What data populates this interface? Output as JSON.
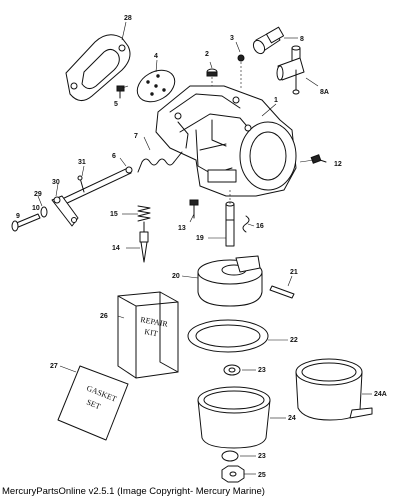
{
  "callouts": {
    "c28": "28",
    "c4": "4",
    "c2": "2",
    "c3": "3",
    "c8": "8",
    "c5": "5",
    "c8a": "8A",
    "c1": "1",
    "c7": "7",
    "c6": "6",
    "c31": "31",
    "c12": "12",
    "c29": "29",
    "c30": "30",
    "c9": "9",
    "c10": "10",
    "c15": "15",
    "c13": "13",
    "c16": "16",
    "c14": "14",
    "c19": "19",
    "c21": "21",
    "c20": "20",
    "c26": "26",
    "c22": "22",
    "c27": "27",
    "c23a": "23",
    "c24a": "24A",
    "c24": "24",
    "c23b": "23",
    "c25": "25"
  },
  "repair_kit": {
    "line1": "REPAIR",
    "line2": "KIT"
  },
  "gasket_set": {
    "line1": "GASKET",
    "line2": "SET"
  },
  "footer": {
    "copyright": "MercuryPartsOnline v2.5.1 (Image Copyright- Mercury Marine)"
  }
}
